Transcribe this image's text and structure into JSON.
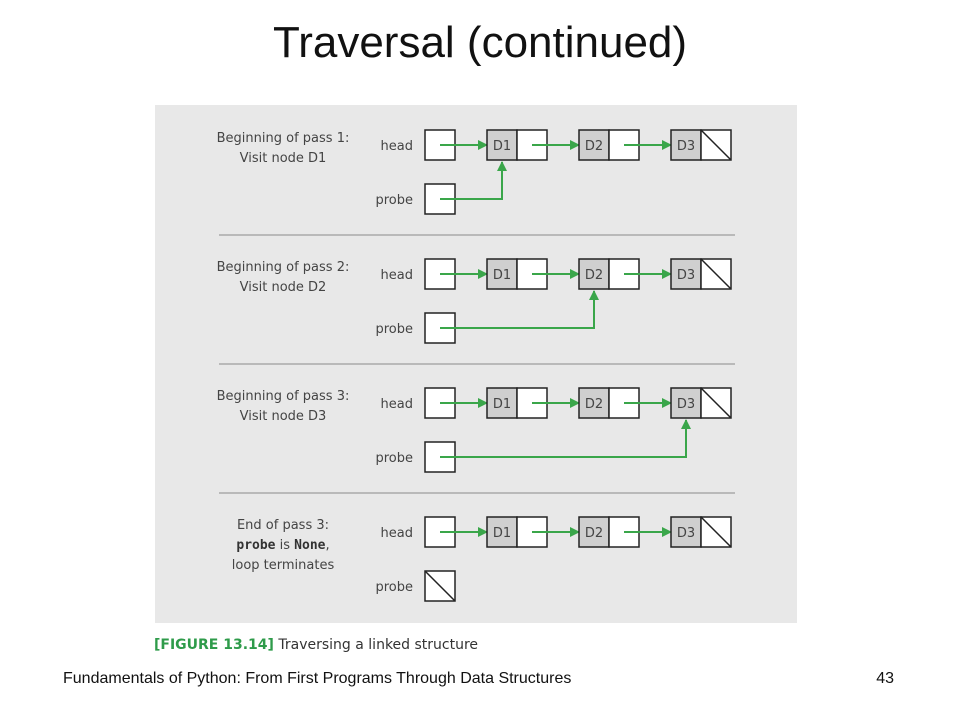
{
  "slide": {
    "title": "Traversal (continued)",
    "footer_text": "Fundamentals of Python: From First Programs Through Data Structures",
    "page_number": "43"
  },
  "figure": {
    "caption_label": "[FIGURE 13.14]",
    "caption_text": "Traversing a linked structure",
    "colors": {
      "arrow": "#3aa64a",
      "node_data_fill": "#cfcfcf",
      "panel_bg": "#e8e8e8",
      "caption_label": "#2e9b4a"
    },
    "head_label": "head",
    "probe_label": "probe",
    "node_labels": [
      "D1",
      "D2",
      "D3"
    ],
    "passes": [
      {
        "desc_line1": "Beginning of pass 1:",
        "desc_line2": "Visit node D1",
        "probe_target": 1
      },
      {
        "desc_line1": "Beginning of pass 2:",
        "desc_line2": "Visit node D2",
        "probe_target": 2
      },
      {
        "desc_line1": "Beginning of pass 3:",
        "desc_line2": "Visit node D3",
        "probe_target": 3
      },
      {
        "desc_line1": "End of pass 3:",
        "desc_code1": "probe",
        "desc_mid": " is ",
        "desc_code2": "None",
        "desc_tail": ",",
        "desc_line3": "loop terminates",
        "probe_target": 0
      }
    ]
  }
}
